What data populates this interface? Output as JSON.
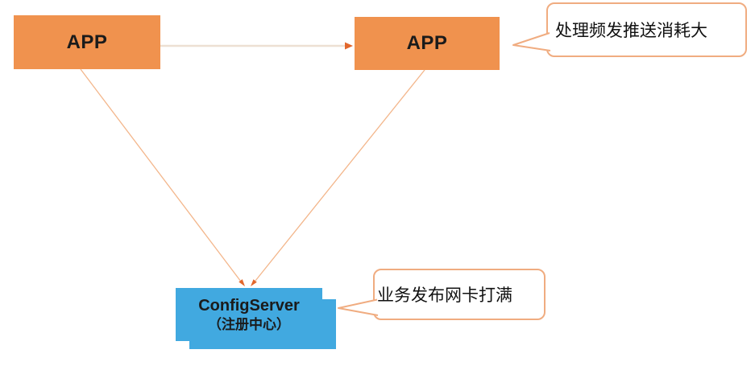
{
  "diagram": {
    "nodes": {
      "app_left": {
        "label": "APP"
      },
      "app_right": {
        "label": "APP"
      },
      "config_server": {
        "title": "ConfigServer",
        "subtitle": "（注册中心）"
      }
    },
    "callouts": {
      "push_cost": {
        "text": "处理频发推送消耗大",
        "points_to": "app_right"
      },
      "network_full": {
        "text": "业务发布网卡打满",
        "points_to": "config_server"
      }
    },
    "edges": [
      {
        "from": "app_left",
        "to": "app_right"
      },
      {
        "from": "app_left",
        "to": "config_server"
      },
      {
        "from": "app_right",
        "to": "config_server"
      }
    ],
    "colors": {
      "node_orange": "#F0924E",
      "node_blue": "#41A9E0",
      "connector": "#F3B68B",
      "connector_light": "#EDE0D3",
      "arrowhead": "#E2672C",
      "callout_border": "#F0AC80",
      "text": "#1B1B1B"
    }
  }
}
